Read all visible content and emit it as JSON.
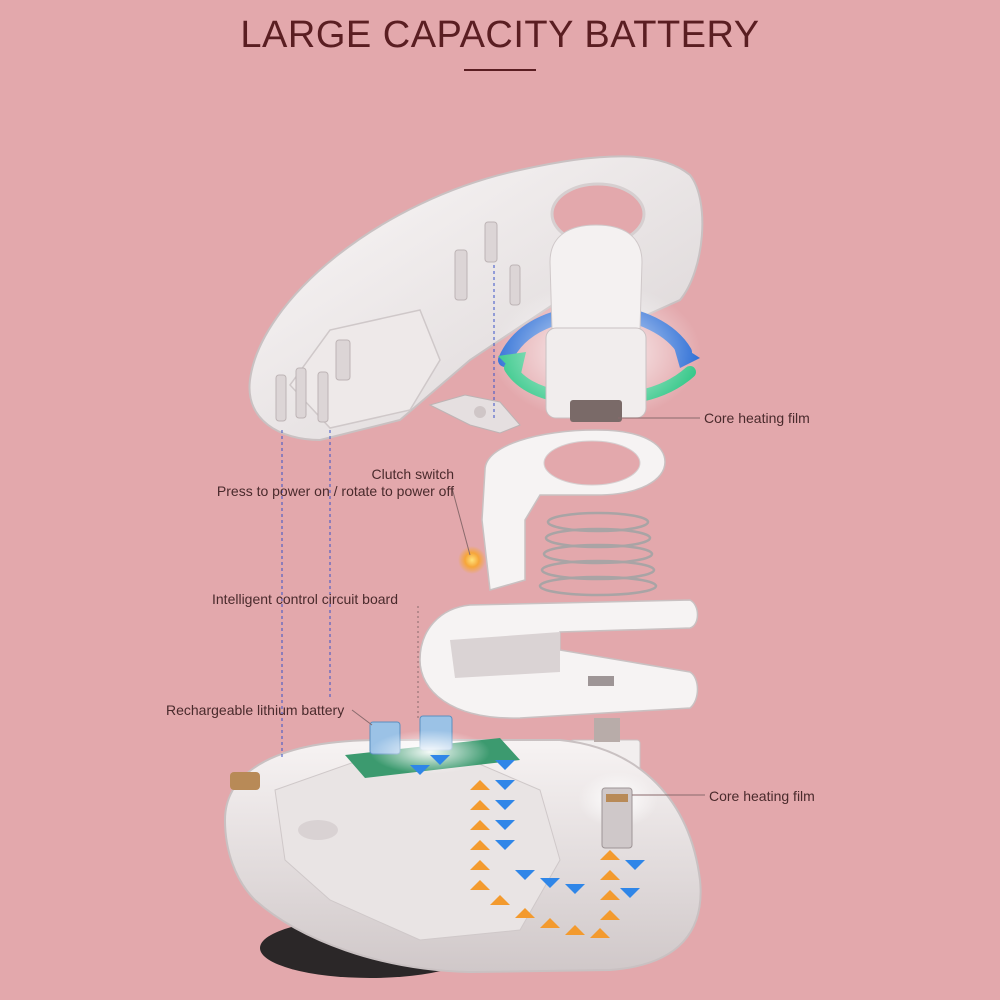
{
  "header": {
    "title": "LARGE CAPACITY BATTERY"
  },
  "labels": {
    "core_heating_film_top": "Core heating film",
    "clutch_switch_title": "Clutch switch",
    "clutch_switch_desc": "Press to power on / rotate to power off",
    "control_board": "Intelligent control circuit board",
    "battery": "Rechargeable lithium battery",
    "core_heating_film_bottom": "Core heating film"
  },
  "colors": {
    "background": "#E3A8AC",
    "title": "#5A1E22",
    "label_text": "#4A2A2C",
    "heat_arrow": "#F39A2E",
    "cool_arrow": "#2F86E8",
    "rotate_arrow_blue": "#2E6FD6",
    "rotate_arrow_green": "#37C88A"
  }
}
